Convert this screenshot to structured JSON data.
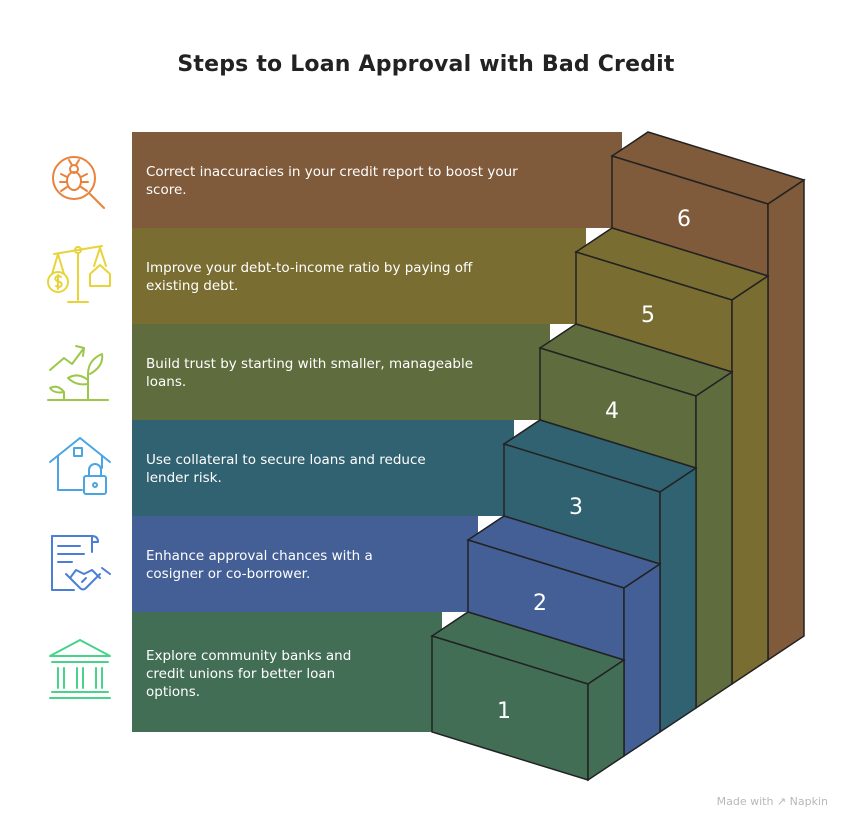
{
  "title": "Steps to Loan Approval with Bad Credit",
  "steps": [
    {
      "number": "1",
      "text": "Explore community banks and credit unions for better loan options.",
      "icon": "bank-icon",
      "color": "#436e56"
    },
    {
      "number": "2",
      "text": "Enhance approval chances with a cosigner or co-borrower.",
      "icon": "contract-handshake-icon",
      "color": "#435f96"
    },
    {
      "number": "3",
      "text": "Use collateral to secure loans and reduce lender risk.",
      "icon": "house-lock-icon",
      "color": "#316271"
    },
    {
      "number": "4",
      "text": "Build trust by starting with smaller, manageable loans.",
      "icon": "growing-plant-icon",
      "color": "#5f6d3e"
    },
    {
      "number": "5",
      "text": "Improve your debt-to-income ratio by paying off existing debt.",
      "icon": "balance-scale-icon",
      "color": "#7a6d32"
    },
    {
      "number": "6",
      "text": "Correct inaccuracies in your credit report to boost your score.",
      "icon": "bug-search-icon",
      "color": "#7f5a3b"
    }
  ],
  "footer": "Made with ↗ Napkin"
}
